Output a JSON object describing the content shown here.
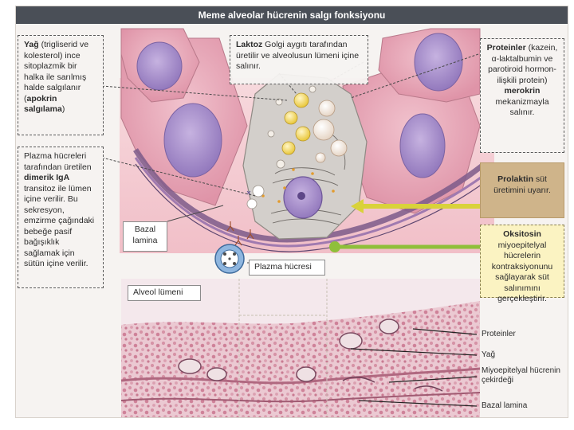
{
  "title": "Meme alveolar hücrenin salgı fonksiyonu",
  "labels": {
    "fat": {
      "bold1": "Yağ",
      "text1": " (trigliserid ve kolesterol) ince sitoplazmik bir halka ile sarılmış halde salgılanır (",
      "bold2": "apokrin salgılama",
      "text2": ")"
    },
    "lactose": {
      "bold": "Laktoz",
      "text": " Golgi aygıtı tarafından üretilir ve alveolusun lümeni içine salınır."
    },
    "proteins": {
      "bold1": "Proteinler",
      "text1": " (kazein, α-laktalbumin ve parotiroid hormon-ilişkili protein) ",
      "bold2": "merokrin",
      "text2": " mekanizmayla salınır."
    },
    "iga": {
      "text1": "Plazma hücreleri tarafından üretilen ",
      "bold": "dimerik IgA",
      "text2": " transitoz ile lümen içine verilir. Bu sekresyon, emzirme çağındaki bebeğe pasif bağışıklık sağlamak için sütün içine verilir."
    },
    "prolactin": {
      "bold": "Prolaktin",
      "text": " süt üretimini uyarır."
    },
    "oxytocin": {
      "bold": "Oksitosin",
      "text": " miyoepitelyal hücrelerin kontraksiyonunu sağlayarak süt salınımını gerçekleştirir."
    },
    "basal_lamina_left": "Bazal lamina",
    "plasma_cell": "Plazma hücresi",
    "alveolar_lumen": "Alveol lümeni",
    "micro_proteins": "Proteinler",
    "micro_fat": "Yağ",
    "micro_myoepithelial": "Miyoepitelyal hücrenin çekirdeği",
    "micro_basal_lamina": "Bazal lamina"
  },
  "colors": {
    "title_bg": "#4a4f57",
    "cytoplasm": "#e7a8b8",
    "nucleus": "#a98fc8",
    "secretory_cell": "#cdc9c4",
    "stroma": "#f3c9cf",
    "yellow_arrow": "#d9d23a",
    "green_arrow": "#8fbf3a",
    "prolactin_box": "#cfb48a",
    "oxytocin_box": "#fbf3c2",
    "histology_bg": "#e9c6cf"
  }
}
